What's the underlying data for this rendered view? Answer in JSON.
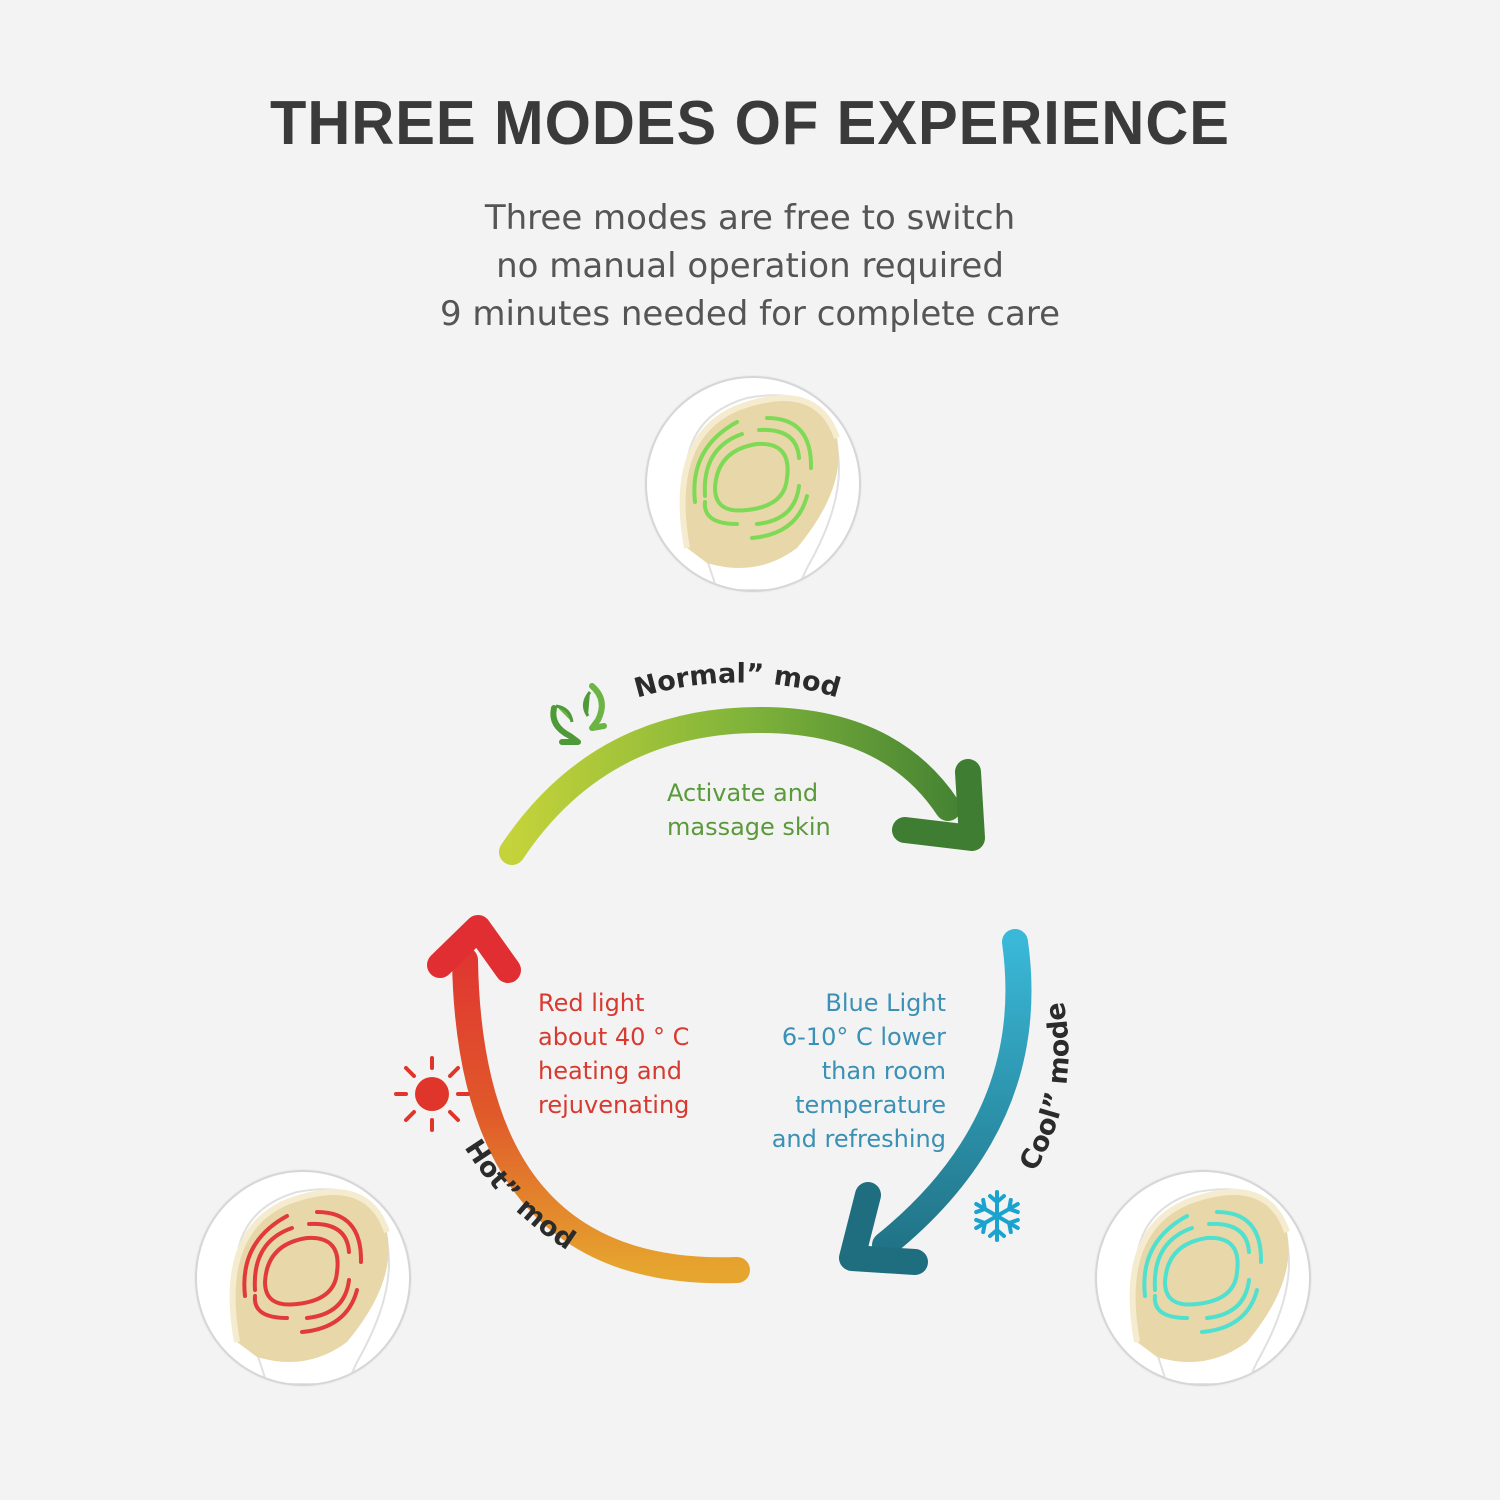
{
  "header": {
    "title": "THREE MODES OF EXPERIENCE",
    "subtitle_lines": [
      "Three modes are free to switch",
      "no manual operation required",
      "9 minutes needed for complete care"
    ]
  },
  "modes": {
    "normal": {
      "label": "“Normal” mode",
      "description": [
        "Activate and",
        "massage skin"
      ],
      "color": "#5a9a3a",
      "icon": "leaf-recycle-icon"
    },
    "cool": {
      "label": "“Cool” mode",
      "description": [
        "Blue Light",
        "6-10° C lower",
        "than room",
        "temperature",
        "and refreshing"
      ],
      "color": "#3a90b5",
      "icon": "snowflake-icon"
    },
    "hot": {
      "label": "“Hot” mode",
      "description": [
        "Red light",
        "about 40 ° C",
        "heating and",
        "rejuvenating"
      ],
      "color": "#d63a30",
      "icon": "sun-icon"
    }
  },
  "colors": {
    "background": "#f3f3f3",
    "device_gold": "#e8d7a8",
    "green_light": "#7ed957",
    "red_light": "#e23a3a",
    "cyan_light": "#4fe0d0"
  }
}
